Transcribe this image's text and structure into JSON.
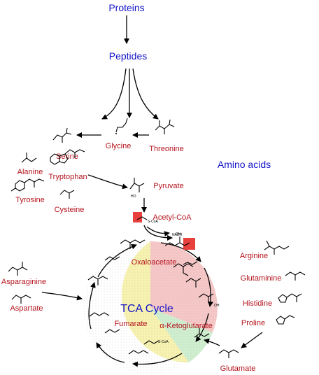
{
  "diagram": {
    "top_labels": {
      "proteins": "Proteins",
      "peptides": "Peptides",
      "amino_acids": "Amino acids",
      "tca_cycle": "TCA Cycle"
    },
    "molecules": {
      "serine": "Serine",
      "glycine": "Glycine",
      "threonine": "Threonine",
      "alanine": "Alanine",
      "tryptophan": "Tryptophan",
      "tyrosine": "Tyrosine",
      "cysteine": "Cysteine",
      "pyruvate": "Pyruvate",
      "acetyl_coa": "Acetyl-CoA",
      "asparaginine": "Asparaginine",
      "aspartate": "Aspartate",
      "oxaloacetate": "Oxaloacetate",
      "fumarate": "Fumarate",
      "alpha_ketoglutarate": "α-Ketoglutarate",
      "arginine": "Arginine",
      "glutaminine": "Glutaminine",
      "histidine": "Histidine",
      "proline": "Proline",
      "glutamate": "Glutamate"
    },
    "small_text": {
      "nadh": "NADH",
      "s_coa": "S-CoA",
      "ho": "HO",
      "oh": "OH"
    },
    "colors": {
      "label_blue": "#1414c8",
      "label_red": "#b4141e",
      "sector_pink": "#f6c7c7",
      "sector_green": "#cfeecf",
      "sector_yellow": "#f7f2b0",
      "highlight_red": "#e8403c"
    }
  }
}
